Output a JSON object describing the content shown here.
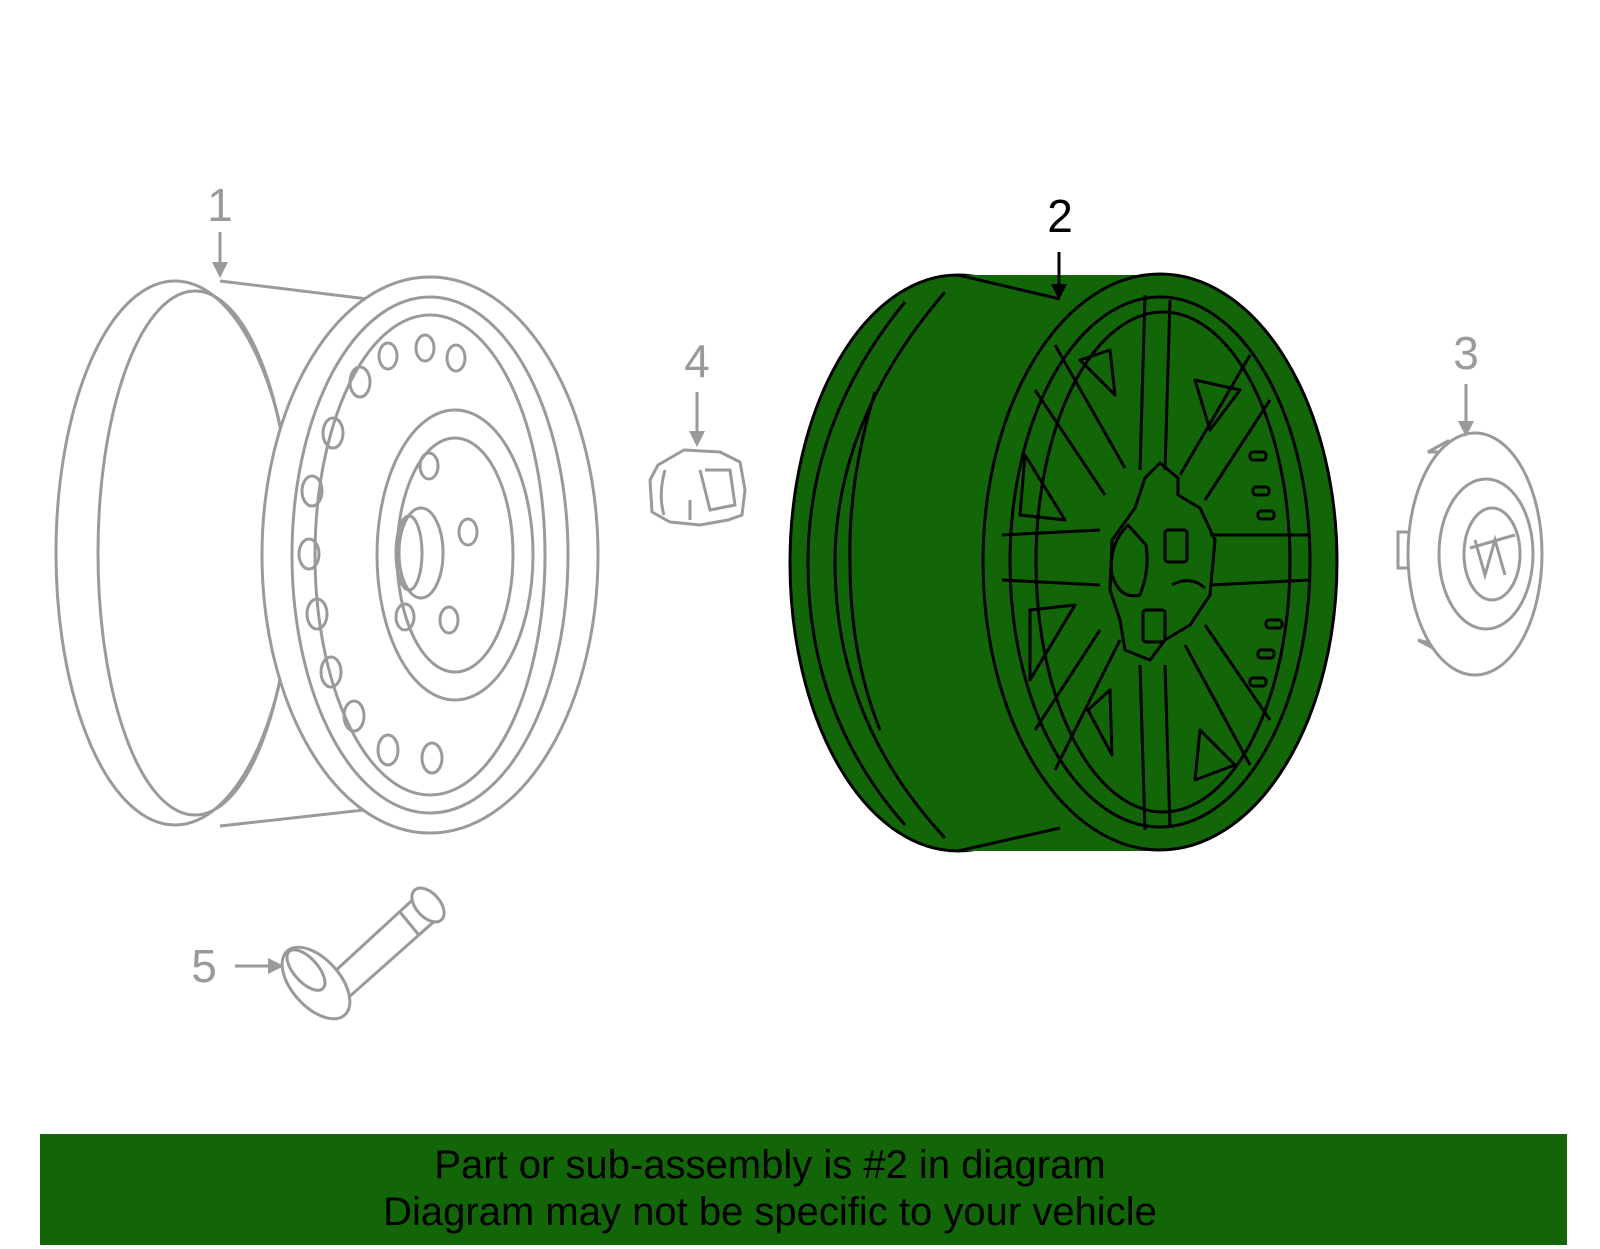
{
  "colors": {
    "highlight": "#136608",
    "ghost": "#9a9a9a",
    "background": "#ffffff",
    "line": "#000000"
  },
  "callouts": [
    {
      "id": "1",
      "label": "1",
      "part": "steel-wheel",
      "highlighted": false
    },
    {
      "id": "2",
      "label": "2",
      "part": "alloy-wheel",
      "highlighted": true
    },
    {
      "id": "3",
      "label": "3",
      "part": "center-cap",
      "highlighted": false
    },
    {
      "id": "4",
      "label": "4",
      "part": "lug-nut-cap",
      "highlighted": false
    },
    {
      "id": "5",
      "label": "5",
      "part": "valve-stem",
      "highlighted": false
    }
  ],
  "banner": {
    "line1": "Part or sub-assembly is #2 in diagram",
    "line2": "Diagram may not be specific to your vehicle"
  }
}
